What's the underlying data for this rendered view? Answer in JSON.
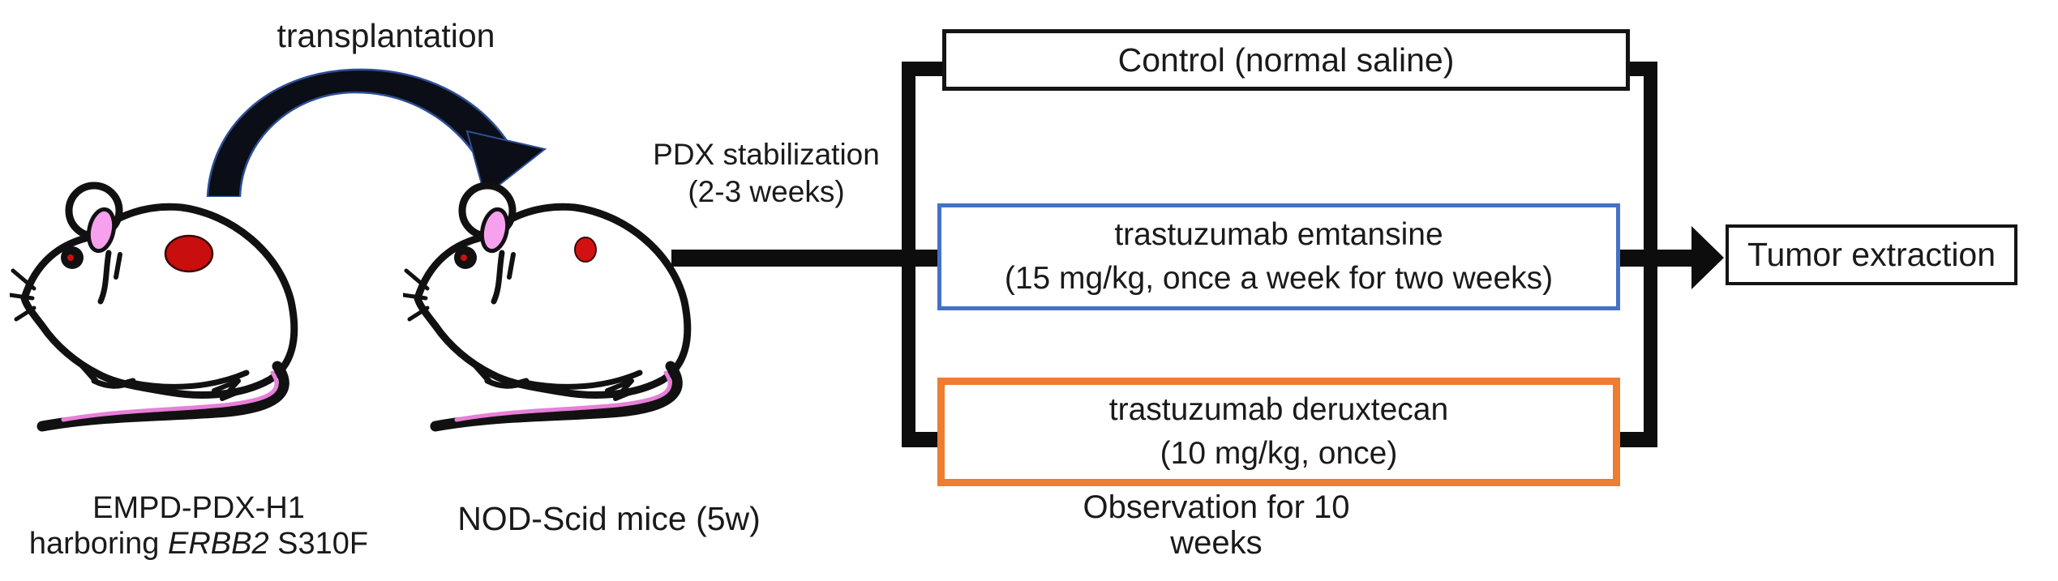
{
  "diagram": {
    "transplantation_label": "transplantation",
    "pdx_stabilization": {
      "line1": "PDX stabilization",
      "line2": "(2-3 weeks)"
    },
    "donor_mouse": {
      "label_line1": "EMPD-PDX-H1",
      "label_line2_prefix": "harboring ",
      "label_line2_gene": "ERBB2",
      "label_line2_suffix": " S310F",
      "tumor": "large red tumor dot"
    },
    "recipient_mouse": {
      "label": "NOD-Scid mice (5w)",
      "tumor": "small red tumor dot"
    },
    "arms": [
      {
        "id": "control",
        "label": "Control (normal saline)",
        "border_color": "#141414"
      },
      {
        "id": "t-dm1",
        "line1": "trastuzumab emtansine",
        "line2": "(15 mg/kg, once a week for two weeks)",
        "border_color": "#4472C4"
      },
      {
        "id": "t-dxd",
        "line1": "trastuzumab deruxtecan",
        "line2": "(10 mg/kg, once)",
        "border_color": "#ED7D31"
      }
    ],
    "observation_label": "Observation for 10 weeks",
    "outcome_label": "Tumor extraction",
    "colors": {
      "arm_blue": "#4472C4",
      "arm_orange": "#ED7D31",
      "tumor_red": "#C90E0E",
      "ear_pink": "#F7A0EE",
      "tail_pink": "#E87FD9",
      "line_black": "#0d0d0d"
    }
  }
}
